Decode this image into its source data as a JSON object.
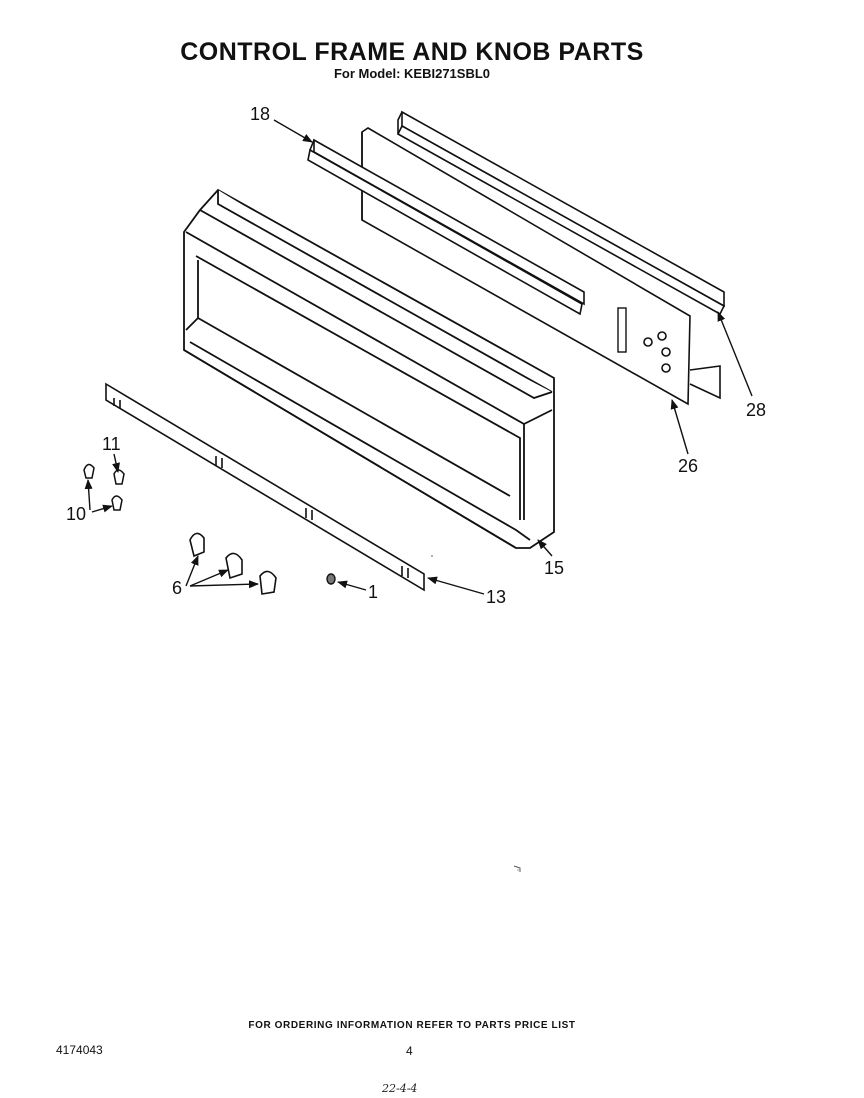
{
  "header": {
    "title": "CONTROL FRAME AND KNOB PARTS",
    "subtitle": "For Model: KEBI271SBL0"
  },
  "callouts": {
    "c18": "18",
    "c28": "28",
    "c26": "26",
    "c15": "15",
    "c13": "13",
    "c1": "1",
    "c6": "6",
    "c10": "10",
    "c11": "11"
  },
  "footer": {
    "note": "FOR ORDERING INFORMATION REFER TO PARTS PRICE LIST",
    "doc_number": "4174043",
    "page_number": "4",
    "handwritten": "22-4-4"
  }
}
